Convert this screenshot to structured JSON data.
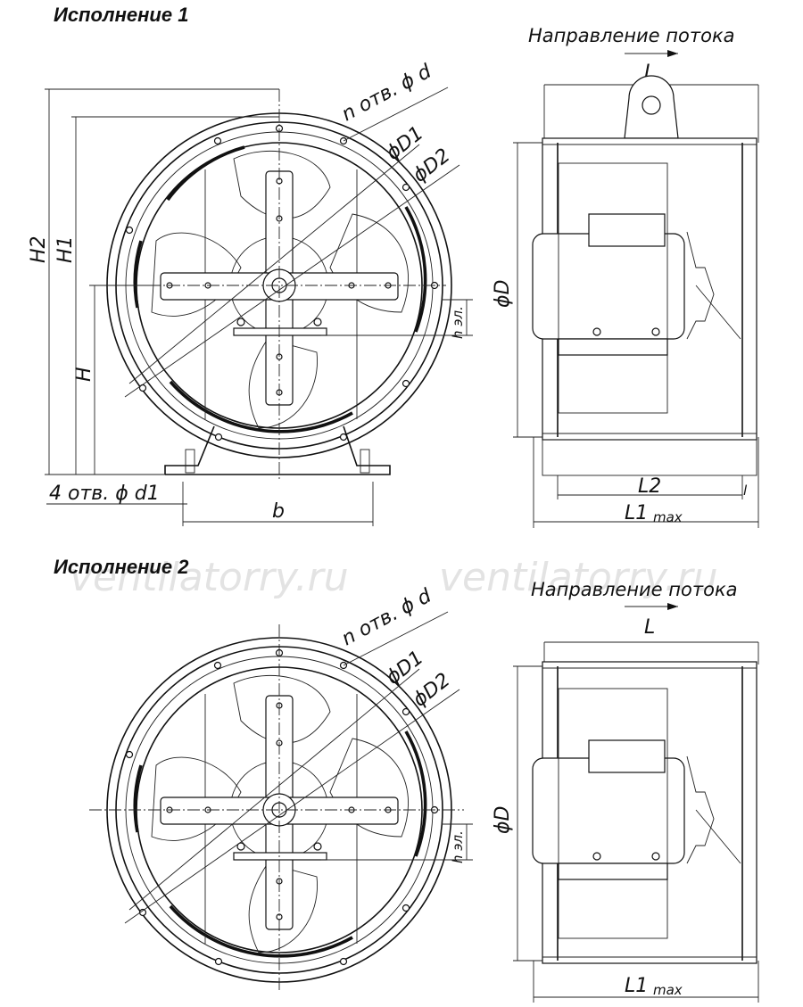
{
  "views": [
    {
      "title": "Исполнение 1",
      "flow_label": "Направление потока",
      "labels": {
        "holes": "n отв. ϕ d",
        "d1": "ϕD1",
        "d2": "ϕD2",
        "h2": "H2",
        "h1": "H1",
        "h": "H",
        "h_el": "h эл.",
        "base_holes": "4 отв. ϕ d1",
        "b": "b",
        "diameter": "ϕD",
        "length": "L",
        "l2": "L2",
        "l1": "L1",
        "l1_sub": "max",
        "small_l": "l"
      }
    },
    {
      "title": "Исполнение 2",
      "flow_label": "Направление потока",
      "labels": {
        "holes": "n отв. ϕ d",
        "d1": "ϕD1",
        "d2": "ϕD2",
        "h_el": "h эл.",
        "diameter": "ϕD",
        "length": "L",
        "l1": "L1",
        "l1_sub": "max"
      }
    }
  ],
  "watermarks": [
    "ventilatorry.ru",
    "ventilatorry.ru"
  ]
}
